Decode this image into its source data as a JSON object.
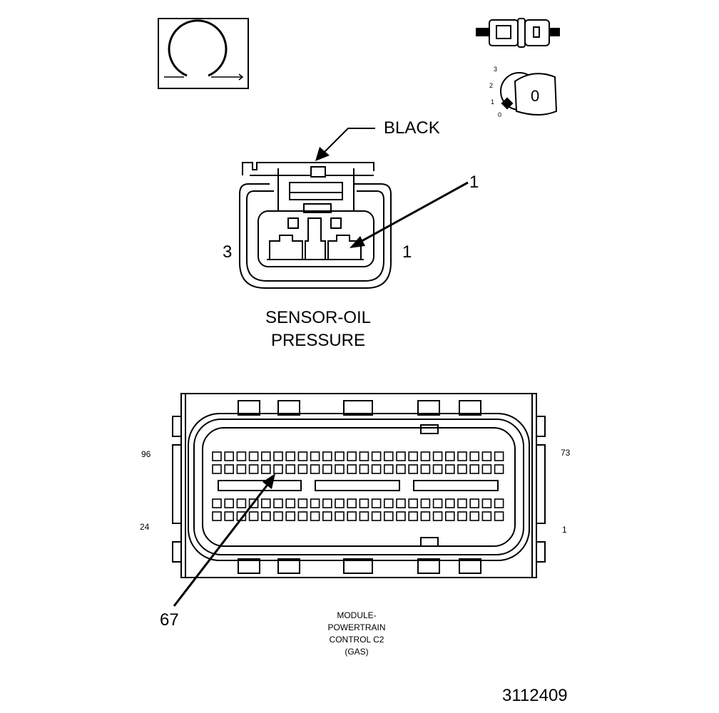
{
  "connector1": {
    "color_label": "BLACK",
    "pin_callout": "1",
    "pin_left": "3",
    "pin_right": "1",
    "name_line1": "SENSOR-OIL",
    "name_line2": "PRESSURE"
  },
  "connector2": {
    "top_left_pin": "96",
    "top_right_pin": "73",
    "bottom_left_pin": "24",
    "bottom_right_pin": "1",
    "pin_callout": "67",
    "name_lines": [
      "MODULE-",
      "POWERTRAIN",
      "CONTROL C2",
      "(GAS)"
    ]
  },
  "key_icon": {
    "positions": [
      "3",
      "2",
      "1",
      "0"
    ],
    "key_digit": "0"
  },
  "figure_number": "3112409",
  "colors": {
    "line": "#000000",
    "background": "#ffffff"
  },
  "icons": [
    "resistance-omega-icon",
    "connector-plug-icon",
    "ignition-key-icon"
  ]
}
